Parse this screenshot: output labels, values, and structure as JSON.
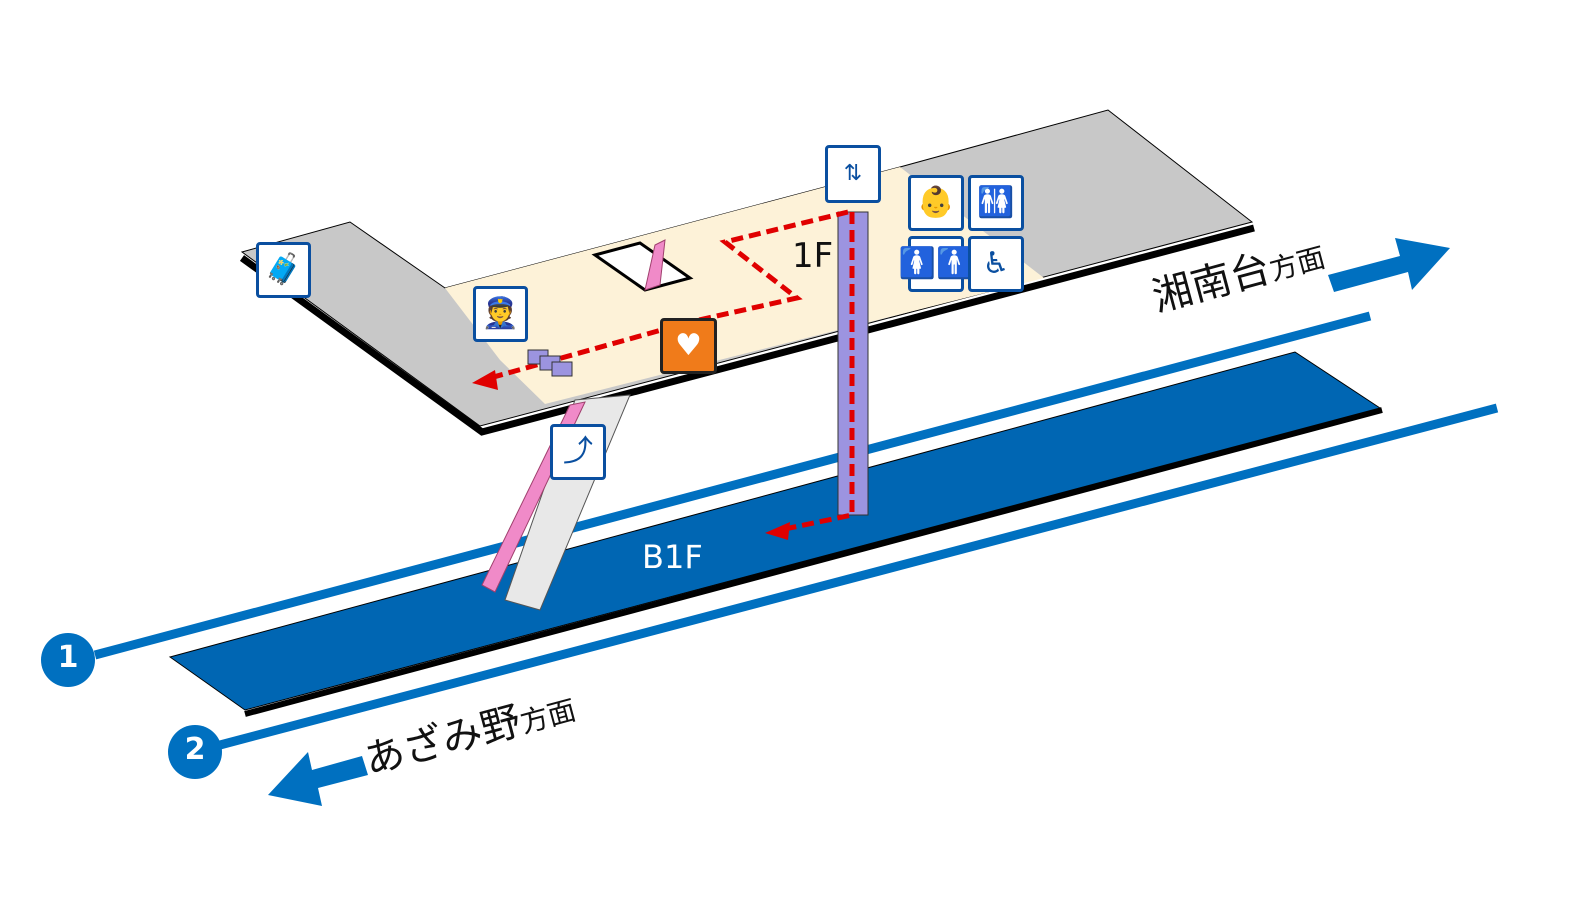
{
  "floors": {
    "upper": "1F",
    "platform": "B1F"
  },
  "tracks": [
    {
      "number": "1"
    },
    {
      "number": "2"
    }
  ],
  "directions": {
    "right": {
      "place": "湘南台",
      "suffix": "方面"
    },
    "left": {
      "place": "あざみ野",
      "suffix": "方面"
    }
  },
  "icons": [
    "coin-locker-icon",
    "station-staff-icon",
    "aed-icon",
    "elevator-icon",
    "baby-care-icon",
    "multipurpose-toilet-icon",
    "restroom-icon",
    "wheelchair-icon",
    "escalator-icon",
    "ticket-gate-icon"
  ],
  "colors": {
    "track": "#0070c0",
    "platform": "#0066b3",
    "concourse": "#fdf2d8",
    "floor_gray": "#c8c8c8",
    "route": "#e00000",
    "elevator_shaft": "#9c94e0",
    "escalator": "#f08ac8",
    "aed": "#f07b1a"
  }
}
